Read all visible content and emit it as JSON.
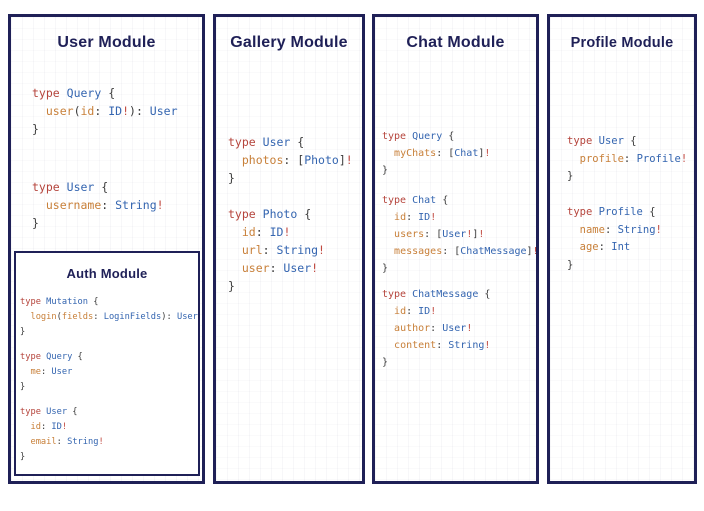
{
  "colors": {
    "page_background": "#ffffff",
    "panel_background": "#ffffff",
    "panel_border": "#1f2057",
    "title_text": "#1f2057",
    "token_keyword": "#b5443c",
    "token_type": "#3465b0",
    "token_field": "#c8803a",
    "token_punctuation": "#3c3c3c",
    "token_bang": "#c14a41"
  },
  "panels": [
    {
      "id": "user",
      "title": "User Module",
      "blocks": [
        [
          [
            [
              "kw",
              "type"
            ],
            [
              "pt",
              " "
            ],
            [
              "ty",
              "Query"
            ],
            [
              "pt",
              " {"
            ]
          ],
          [
            [
              "pt",
              "  "
            ],
            [
              "fd",
              "user"
            ],
            [
              "pt",
              "("
            ],
            [
              "fd",
              "id"
            ],
            [
              "pt",
              ": "
            ],
            [
              "ty",
              "ID"
            ],
            [
              "bg",
              "!"
            ],
            [
              "pt",
              "): "
            ],
            [
              "ty",
              "User"
            ]
          ],
          [
            [
              "pt",
              "}"
            ]
          ]
        ],
        [
          [
            [
              "kw",
              "type"
            ],
            [
              "pt",
              " "
            ],
            [
              "ty",
              "User"
            ],
            [
              "pt",
              " {"
            ]
          ],
          [
            [
              "pt",
              "  "
            ],
            [
              "fd",
              "username"
            ],
            [
              "pt",
              ": "
            ],
            [
              "ty",
              "String"
            ],
            [
              "bg",
              "!"
            ]
          ],
          [
            [
              "pt",
              "}"
            ]
          ]
        ]
      ]
    },
    {
      "id": "gallery",
      "title": "Gallery Module",
      "blocks": [
        [
          [
            [
              "kw",
              "type"
            ],
            [
              "pt",
              " "
            ],
            [
              "ty",
              "User"
            ],
            [
              "pt",
              " {"
            ]
          ],
          [
            [
              "pt",
              "  "
            ],
            [
              "fd",
              "photos"
            ],
            [
              "pt",
              ": ["
            ],
            [
              "ty",
              "Photo"
            ],
            [
              "pt",
              "]"
            ],
            [
              "bg",
              "!"
            ]
          ],
          [
            [
              "pt",
              "}"
            ]
          ]
        ],
        [
          [
            [
              "kw",
              "type"
            ],
            [
              "pt",
              " "
            ],
            [
              "ty",
              "Photo"
            ],
            [
              "pt",
              " {"
            ]
          ],
          [
            [
              "pt",
              "  "
            ],
            [
              "fd",
              "id"
            ],
            [
              "pt",
              ": "
            ],
            [
              "ty",
              "ID"
            ],
            [
              "bg",
              "!"
            ]
          ],
          [
            [
              "pt",
              "  "
            ],
            [
              "fd",
              "url"
            ],
            [
              "pt",
              ": "
            ],
            [
              "ty",
              "String"
            ],
            [
              "bg",
              "!"
            ]
          ],
          [
            [
              "pt",
              "  "
            ],
            [
              "fd",
              "user"
            ],
            [
              "pt",
              ": "
            ],
            [
              "ty",
              "User"
            ],
            [
              "bg",
              "!"
            ]
          ],
          [
            [
              "pt",
              "}"
            ]
          ]
        ]
      ]
    },
    {
      "id": "chat",
      "title": "Chat Module",
      "blocks": [
        [
          [
            [
              "kw",
              "type"
            ],
            [
              "pt",
              " "
            ],
            [
              "ty",
              "Query"
            ],
            [
              "pt",
              " {"
            ]
          ],
          [
            [
              "pt",
              "  "
            ],
            [
              "fd",
              "myChats"
            ],
            [
              "pt",
              ": ["
            ],
            [
              "ty",
              "Chat"
            ],
            [
              "pt",
              "]"
            ],
            [
              "bg",
              "!"
            ]
          ],
          [
            [
              "pt",
              "}"
            ]
          ]
        ],
        [
          [
            [
              "kw",
              "type"
            ],
            [
              "pt",
              " "
            ],
            [
              "ty",
              "Chat"
            ],
            [
              "pt",
              " {"
            ]
          ],
          [
            [
              "pt",
              "  "
            ],
            [
              "fd",
              "id"
            ],
            [
              "pt",
              ": "
            ],
            [
              "ty",
              "ID"
            ],
            [
              "bg",
              "!"
            ]
          ],
          [
            [
              "pt",
              "  "
            ],
            [
              "fd",
              "users"
            ],
            [
              "pt",
              ": ["
            ],
            [
              "ty",
              "User"
            ],
            [
              "bg",
              "!"
            ],
            [
              "pt",
              "]"
            ],
            [
              "bg",
              "!"
            ]
          ],
          [
            [
              "pt",
              "  "
            ],
            [
              "fd",
              "messages"
            ],
            [
              "pt",
              ": ["
            ],
            [
              "ty",
              "ChatMessage"
            ],
            [
              "pt",
              "]"
            ],
            [
              "bg",
              "!"
            ]
          ],
          [
            [
              "pt",
              "}"
            ]
          ]
        ],
        [
          [
            [
              "kw",
              "type"
            ],
            [
              "pt",
              " "
            ],
            [
              "ty",
              "ChatMessage"
            ],
            [
              "pt",
              " {"
            ]
          ],
          [
            [
              "pt",
              "  "
            ],
            [
              "fd",
              "id"
            ],
            [
              "pt",
              ": "
            ],
            [
              "ty",
              "ID"
            ],
            [
              "bg",
              "!"
            ]
          ],
          [
            [
              "pt",
              "  "
            ],
            [
              "fd",
              "author"
            ],
            [
              "pt",
              ": "
            ],
            [
              "ty",
              "User"
            ],
            [
              "bg",
              "!"
            ]
          ],
          [
            [
              "pt",
              "  "
            ],
            [
              "fd",
              "content"
            ],
            [
              "pt",
              ": "
            ],
            [
              "ty",
              "String"
            ],
            [
              "bg",
              "!"
            ]
          ],
          [
            [
              "pt",
              "}"
            ]
          ]
        ]
      ]
    },
    {
      "id": "profile",
      "title": "Profile Module",
      "blocks": [
        [
          [
            [
              "kw",
              "type"
            ],
            [
              "pt",
              " "
            ],
            [
              "ty",
              "User"
            ],
            [
              "pt",
              " {"
            ]
          ],
          [
            [
              "pt",
              "  "
            ],
            [
              "fd",
              "profile"
            ],
            [
              "pt",
              ": "
            ],
            [
              "ty",
              "Profile"
            ],
            [
              "bg",
              "!"
            ]
          ],
          [
            [
              "pt",
              "}"
            ]
          ]
        ],
        [
          [
            [
              "kw",
              "type"
            ],
            [
              "pt",
              " "
            ],
            [
              "ty",
              "Profile"
            ],
            [
              "pt",
              " {"
            ]
          ],
          [
            [
              "pt",
              "  "
            ],
            [
              "fd",
              "name"
            ],
            [
              "pt",
              ": "
            ],
            [
              "ty",
              "String"
            ],
            [
              "bg",
              "!"
            ]
          ],
          [
            [
              "pt",
              "  "
            ],
            [
              "fd",
              "age"
            ],
            [
              "pt",
              ": "
            ],
            [
              "ty",
              "Int"
            ]
          ],
          [
            [
              "pt",
              "}"
            ]
          ]
        ]
      ]
    }
  ],
  "auth": {
    "title": "Auth Module",
    "blocks": [
      [
        [
          [
            "kw",
            "type"
          ],
          [
            "pt",
            " "
          ],
          [
            "ty",
            "Mutation"
          ],
          [
            "pt",
            " {"
          ]
        ],
        [
          [
            "pt",
            "  "
          ],
          [
            "fd",
            "login"
          ],
          [
            "pt",
            "("
          ],
          [
            "fd",
            "fields"
          ],
          [
            "pt",
            ": "
          ],
          [
            "ty",
            "LoginFields"
          ],
          [
            "pt",
            "): "
          ],
          [
            "ty",
            "User"
          ]
        ],
        [
          [
            "pt",
            "}"
          ]
        ]
      ],
      [
        [
          [
            "kw",
            "type"
          ],
          [
            "pt",
            " "
          ],
          [
            "ty",
            "Query"
          ],
          [
            "pt",
            " {"
          ]
        ],
        [
          [
            "pt",
            "  "
          ],
          [
            "fd",
            "me"
          ],
          [
            "pt",
            ": "
          ],
          [
            "ty",
            "User"
          ]
        ],
        [
          [
            "pt",
            "}"
          ]
        ]
      ],
      [
        [
          [
            "kw",
            "type"
          ],
          [
            "pt",
            " "
          ],
          [
            "ty",
            "User"
          ],
          [
            "pt",
            " {"
          ]
        ],
        [
          [
            "pt",
            "  "
          ],
          [
            "fd",
            "id"
          ],
          [
            "pt",
            ": "
          ],
          [
            "ty",
            "ID"
          ],
          [
            "bg",
            "!"
          ]
        ],
        [
          [
            "pt",
            "  "
          ],
          [
            "fd",
            "email"
          ],
          [
            "pt",
            ": "
          ],
          [
            "ty",
            "String"
          ],
          [
            "bg",
            "!"
          ]
        ],
        [
          [
            "pt",
            "}"
          ]
        ]
      ]
    ]
  }
}
